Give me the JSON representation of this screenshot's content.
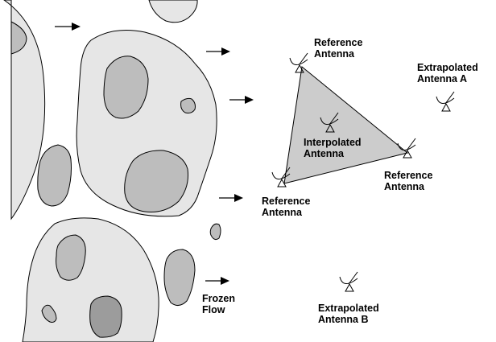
{
  "colors": {
    "cloud_light": "#e6e6e6",
    "cloud_mid": "#bdbdbd",
    "cloud_dark": "#9c9c9c",
    "triangle_fill": "#cccccc"
  },
  "icons": [
    "arrow-right-icon",
    "antenna-icon"
  ],
  "labels": {
    "ref_top_1": "Reference",
    "ref_top_2": "Antenna",
    "ref_right_1": "Reference",
    "ref_right_2": "Antenna",
    "ref_left_1": "Reference",
    "ref_left_2": "Antenna",
    "interp_1": "Interpolated",
    "interp_2": "Antenna",
    "extrap_a_1": "Extrapolated",
    "extrap_a_2": "Antenna A",
    "extrap_b_1": "Extrapolated",
    "extrap_b_2": "Antenna B",
    "frozen_1": "Frozen",
    "frozen_2": "Flow"
  }
}
